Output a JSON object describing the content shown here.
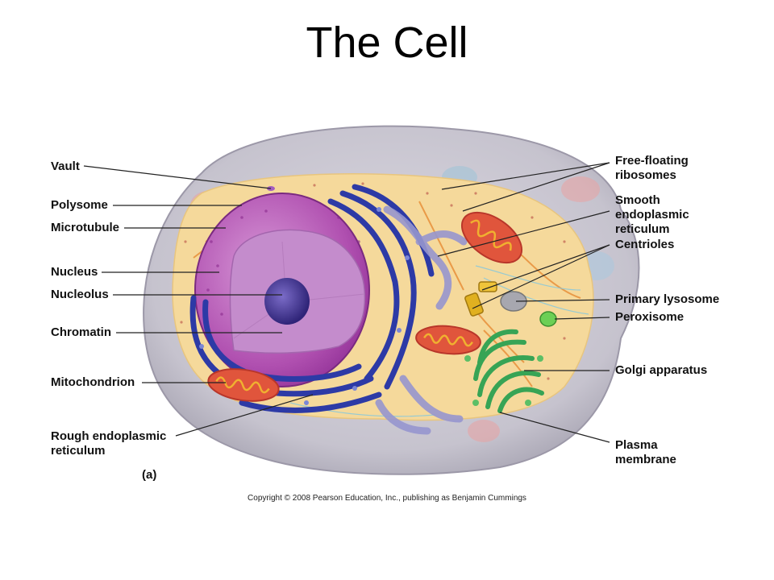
{
  "title": "The Cell",
  "labels_left": [
    {
      "id": "vault",
      "text": "Vault"
    },
    {
      "id": "polysome",
      "text": "Polysome"
    },
    {
      "id": "microtubule",
      "text": "Microtubule"
    },
    {
      "id": "nucleus",
      "text": "Nucleus"
    },
    {
      "id": "nucleolus",
      "text": "Nucleolus"
    },
    {
      "id": "chromatin",
      "text": "Chromatin"
    },
    {
      "id": "mitochondrion",
      "text": "Mitochondrion"
    },
    {
      "id": "rough-er",
      "text": "Rough endoplasmic\nreticulum"
    }
  ],
  "labels_right": [
    {
      "id": "free-ribosomes",
      "text": "Free-floating\nribosomes"
    },
    {
      "id": "smooth-er",
      "text": "Smooth\nendoplasmic\nreticulum"
    },
    {
      "id": "centrioles",
      "text": "Centrioles"
    },
    {
      "id": "primary-lysosome",
      "text": "Primary lysosome"
    },
    {
      "id": "peroxisome",
      "text": "Peroxisome"
    },
    {
      "id": "golgi",
      "text": "Golgi apparatus"
    },
    {
      "id": "plasma-membrane",
      "text": "Plasma\nmembrane"
    }
  ],
  "panel_label": "(a)",
  "copyright": "Copyright © 2008 Pearson Education, Inc., publishing as Benjamin Cummings",
  "colors": {
    "outer_cell": "#c9c6d0",
    "cytoplasm": "#f6dca0",
    "nucleus": "#b252b0",
    "nucleus_inner": "#c98bd0",
    "nucleolus": "#4a3a9a",
    "rough_er": "#2f3ea8",
    "smooth_er": "#8f8ec9",
    "mitochondrion": "#e0553c",
    "golgi": "#3aa55a",
    "centrioles": "#e0b020",
    "peroxisome": "#5cc04a",
    "lysosome": "#a8a8b0"
  }
}
